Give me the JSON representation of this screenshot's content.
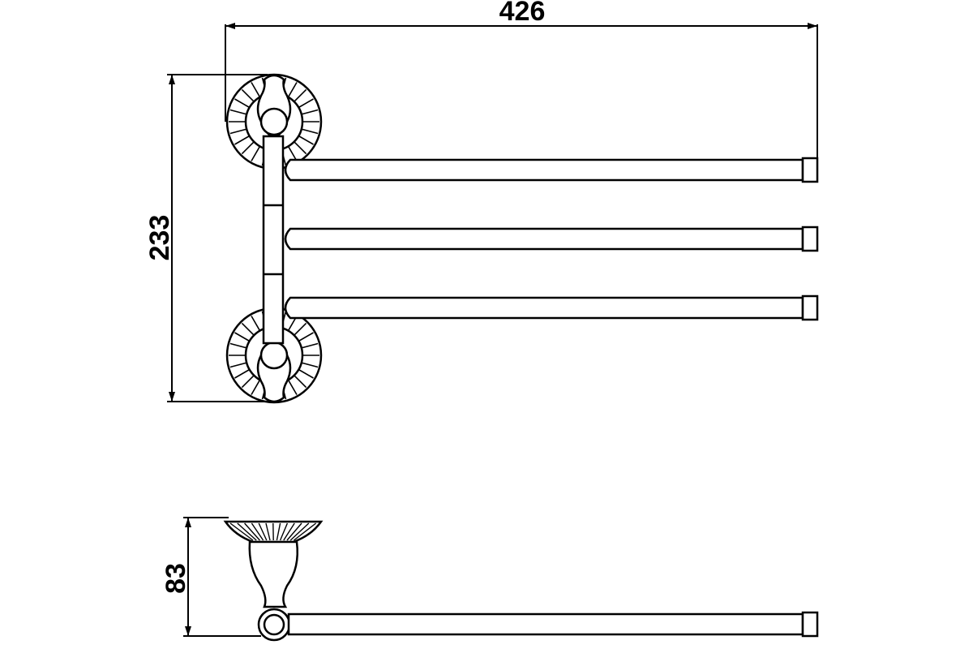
{
  "dimensions": {
    "width": "426",
    "height": "233",
    "depth": "83"
  },
  "style": {
    "line_color": "#000000",
    "background": "#ffffff"
  }
}
